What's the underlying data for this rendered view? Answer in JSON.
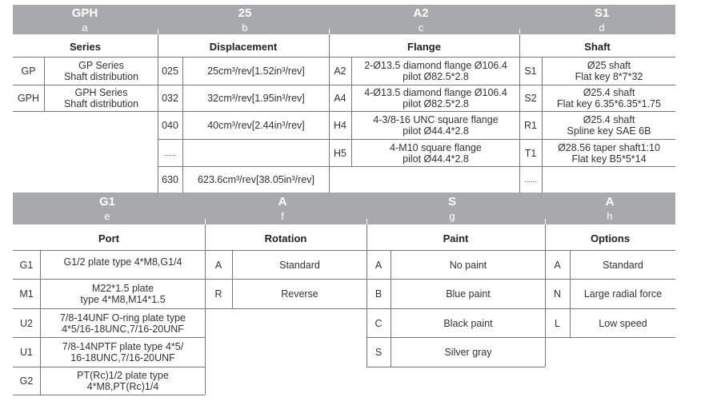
{
  "top_band": {
    "columns": [
      {
        "code": "GPH",
        "letter": "a"
      },
      {
        "code": "25",
        "letter": "b"
      },
      {
        "code": "A2",
        "letter": "c"
      },
      {
        "code": "S1",
        "letter": "d"
      }
    ]
  },
  "top_headers": {
    "series": "Series",
    "displacement": "Displacement",
    "flange": "Flange",
    "shaft": "Shaft"
  },
  "series_rows": [
    {
      "code": "GP",
      "desc1": "GP Series",
      "desc2": "Shaft distribution"
    },
    {
      "code": "GPH",
      "desc1": "GPH Series",
      "desc2": "Shaft distribution"
    }
  ],
  "displacement_rows": [
    {
      "code": "025",
      "value": "25cm³/rev[1.52in³/rev]"
    },
    {
      "code": "032",
      "value": "32cm³/rev[1.95in³/rev]"
    },
    {
      "code": "040",
      "value": "40cm³/rev[2.44in³/rev]"
    },
    {
      "code": "......",
      "value": ""
    },
    {
      "code": "630",
      "value": "623.6cm³/rev[38.05in³/rev]"
    }
  ],
  "flange_rows": [
    {
      "code": "A2",
      "line1": "2-Ø13.5 diamond flange Ø106.4",
      "line2": "pilot Ø82.5*2.8"
    },
    {
      "code": "A4",
      "line1": "4-Ø13.5 diamond flange Ø106.4",
      "line2": "pilot Ø82.5*2.8"
    },
    {
      "code": "H4",
      "line1": "4-3/8-16 UNC square flange",
      "line2": "pilot Ø44.4*2.8"
    },
    {
      "code": "H5",
      "line1": "4-M10 square flange",
      "line2": "pilot Ø44.4*2.8"
    }
  ],
  "shaft_rows": [
    {
      "code": "S1",
      "line1": "Ø25 shaft",
      "line2": "Flat key 8*7*32"
    },
    {
      "code": "S2",
      "line1": "Ø25.4 shaft",
      "line2": "Flat key 6.35*6.35*1.75"
    },
    {
      "code": "R1",
      "line1": "Ø25.4 shaft",
      "line2": "Spline key SAE 6B"
    },
    {
      "code": "T1",
      "line1": "Ø28.56 taper shaft1:10",
      "line2": "Flat key B5*5*14"
    },
    {
      "code": "......",
      "line1": "",
      "line2": ""
    }
  ],
  "bottom_band": {
    "columns": [
      {
        "code": "G1",
        "letter": "e"
      },
      {
        "code": "A",
        "letter": "f"
      },
      {
        "code": "S",
        "letter": "g"
      },
      {
        "code": "A",
        "letter": "h"
      }
    ]
  },
  "bottom_headers": {
    "port": "Port",
    "rotation": "Rotation",
    "paint": "Paint",
    "options": "Options"
  },
  "port_rows": [
    {
      "code": "G1",
      "line1": "G1/2 plate type 4*M8,G1/4",
      "line2": ""
    },
    {
      "code": "M1",
      "line1": "M22*1.5 plate",
      "line2": "type 4*M8,M14*1.5"
    },
    {
      "code": "U2",
      "line1": "7/8-14UNF O-ring plate type",
      "line2": "4*5/16-18UNC,7/16-20UNF"
    },
    {
      "code": "U1",
      "line1": "7/8-14NPTF plate type 4*5/",
      "line2": "16-18UNC,7/16-20UNF"
    },
    {
      "code": "G2",
      "line1": "PT(Rc)1/2 plate type",
      "line2": "4*M8,PT(Rc)1/4"
    }
  ],
  "rotation_rows": [
    {
      "code": "A",
      "value": "Standard"
    },
    {
      "code": "R",
      "value": "Reverse"
    }
  ],
  "paint_rows": [
    {
      "code": "A",
      "value": "No paint"
    },
    {
      "code": "B",
      "value": "Blue paint"
    },
    {
      "code": "C",
      "value": "Black paint"
    },
    {
      "code": "S",
      "value": "Silver gray"
    }
  ],
  "options_rows": [
    {
      "code": "A",
      "value": "Standard"
    },
    {
      "code": "N",
      "value": "Large radial force"
    },
    {
      "code": "L",
      "value": "Low speed"
    }
  ]
}
